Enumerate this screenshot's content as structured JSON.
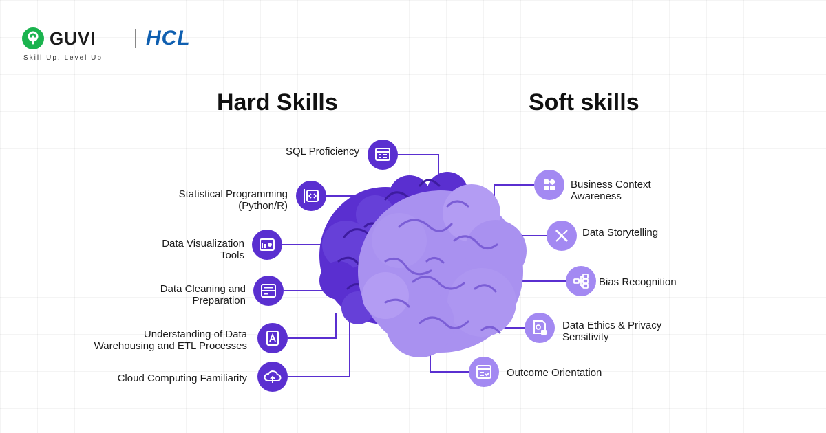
{
  "logo": {
    "brand": "GUVI",
    "partner": "HCL",
    "tagline": "Skill Up. Level Up"
  },
  "headings": {
    "hard": "Hard Skills",
    "soft": "Soft skills"
  },
  "colors": {
    "brand_green": "#1ab34e",
    "partner_blue": "#0f5fb0",
    "purple_dark": "#5a2fd0",
    "purple_light": "#a991f0",
    "soft_icon": "#a389f2"
  },
  "hard_skills": [
    {
      "lines": [
        "SQL Proficiency"
      ],
      "icon": "code-window-icon"
    },
    {
      "lines": [
        "Statistical Programming",
        "(Python/R)"
      ],
      "icon": "code-brackets-icon"
    },
    {
      "lines": [
        "Data Visualization",
        "Tools"
      ],
      "icon": "chart-card-icon"
    },
    {
      "lines": [
        "Data Cleaning and",
        "Preparation"
      ],
      "icon": "dashboard-icon"
    },
    {
      "lines": [
        "Understanding of Data",
        "Warehousing and ETL Processes"
      ],
      "icon": "book-icon"
    },
    {
      "lines": [
        "Cloud Computing Familiarity"
      ],
      "icon": "cloud-upload-icon"
    }
  ],
  "soft_skills": [
    {
      "lines": [
        "Business Context",
        "Awareness"
      ],
      "icon": "grid-icon"
    },
    {
      "lines": [
        "Data Storytelling"
      ],
      "icon": "pencil-ruler-icon"
    },
    {
      "lines": [
        "Bias Recognition"
      ],
      "icon": "hierarchy-icon"
    },
    {
      "lines": [
        "Data Ethics & Privacy",
        "Sensitivity"
      ],
      "icon": "shield-lock-icon"
    },
    {
      "lines": [
        "Outcome Orientation"
      ],
      "icon": "checklist-icon"
    }
  ]
}
